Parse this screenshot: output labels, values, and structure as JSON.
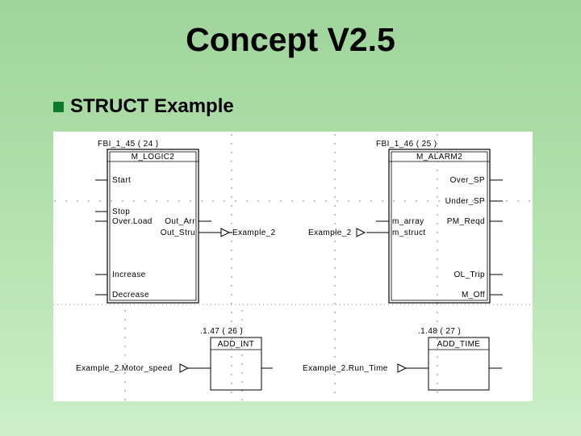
{
  "slide": {
    "title": "Concept V2.5",
    "bullet": "STRUCT Example",
    "accent_color": "#0b7a2a",
    "bullet_icon": "square-bullet"
  },
  "diagram": {
    "block1": {
      "instance": "FBI_1_45 ( 24 )",
      "type": "M_LOGIC2",
      "inputs": [
        "Start",
        "Stop",
        "Over.Load",
        "Increase",
        "Decrease"
      ],
      "outputs": [
        "Out_Arr",
        "Out_Stru"
      ]
    },
    "block2": {
      "instance": "FBI_1_46 ( 25 )",
      "type": "M_ALARM2",
      "inputs": [
        "m_array",
        "m_struct"
      ],
      "outputs": [
        "Over_SP",
        "Under_SP",
        "PM_Reqd",
        "OL_Trip",
        "M_Off"
      ]
    },
    "block3": {
      "instance": ".1.47 ( 26 )",
      "type": "ADD_INT",
      "input_variable": "Example_2.Motor_speed"
    },
    "block4": {
      "instance": ".1.48 ( 27 )",
      "type": "ADD_TIME",
      "input_variable": "Example_2.Run_Time"
    },
    "link_out_variable": "Example_2",
    "link_in_variable": "Example_2"
  }
}
